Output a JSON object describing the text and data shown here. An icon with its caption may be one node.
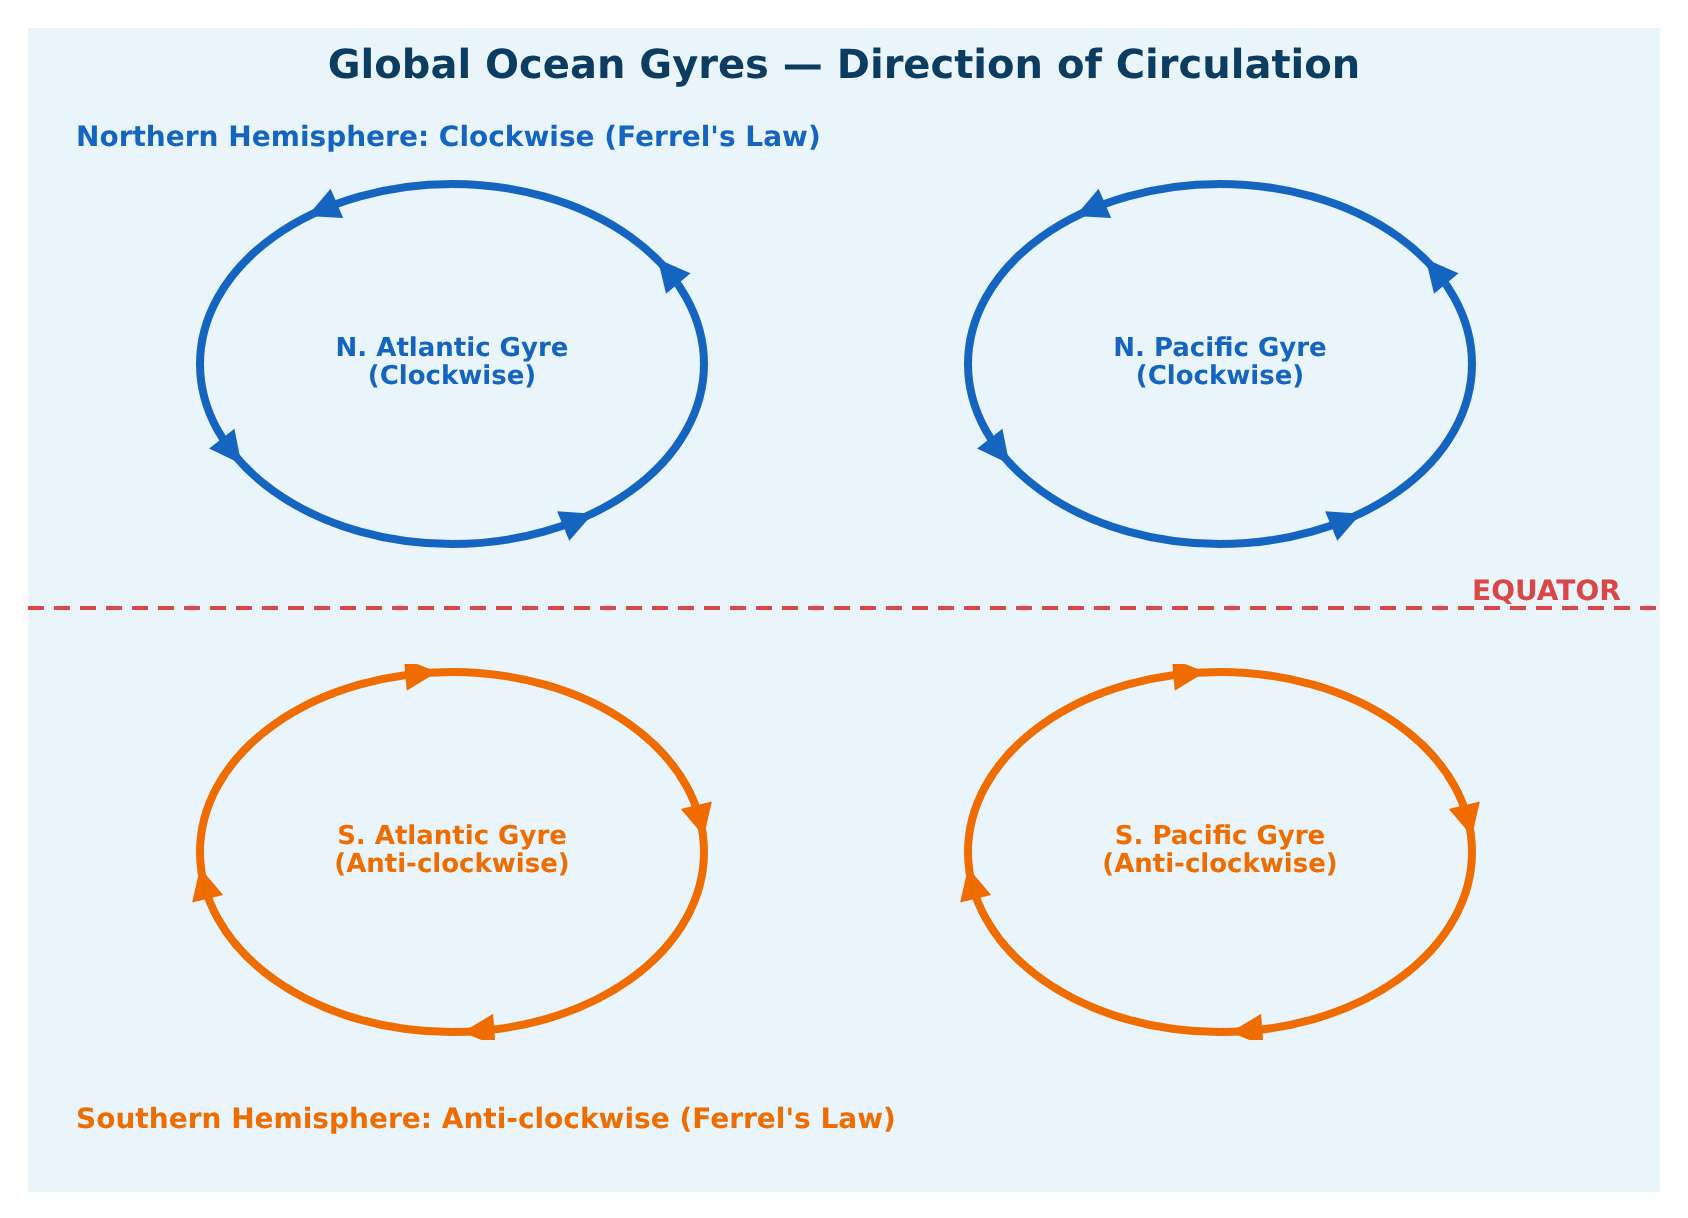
{
  "diagram": {
    "title": "Global Ocean Gyres — Direction of Circulation",
    "nodes": [
      {
        "text": [
          "N. Atlantic Gyre (Clockwise)"
        ]
      },
      {
        "text": [
          "N. Pacific Gyre (Clockwise)"
        ]
      },
      {
        "text": [
          "S. Atlantic Gyre (Anti-clockwise)"
        ]
      },
      {
        "text": [
          "S. Pacific Gyre (Anti-clockwise)"
        ]
      }
    ],
    "edges": [],
    "labels": [
      "Northern Hemisphere: Clockwise (Ferrel's Law)",
      "EQUATOR",
      "Southern Hemisphere: Anti-clockwise (Ferrel's Law)"
    ]
  }
}
